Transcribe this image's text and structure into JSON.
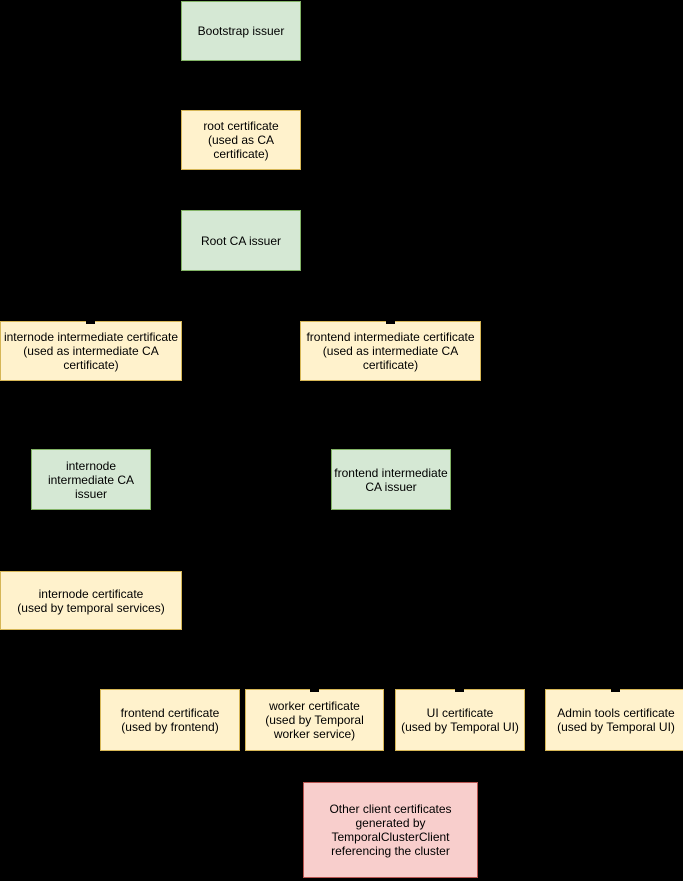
{
  "diagram": {
    "palette": {
      "background": "#000000",
      "issuer_fill": "#d5e8d4",
      "issuer_border": "#82b366",
      "certificate_fill": "#fff2cc",
      "certificate_border": "#d6b656",
      "client_fill": "#f8cecc",
      "client_border": "#b85450",
      "text": "#000000"
    },
    "nodes": {
      "bootstrap_issuer": {
        "label": "Bootstrap issuer",
        "kind": "issuer"
      },
      "root_certificate": {
        "label": "root certificate\n(used as CA\ncertificate)",
        "kind": "certificate"
      },
      "root_ca_issuer": {
        "label": "Root CA issuer",
        "kind": "issuer"
      },
      "internode_intermediate_certificate": {
        "label": "internode intermediate certificate\n(used as intermediate CA\ncertificate)",
        "kind": "certificate"
      },
      "frontend_intermediate_certificate": {
        "label": "frontend intermediate certificate\n(used as intermediate CA\ncertificate)",
        "kind": "certificate"
      },
      "internode_intermediate_ca_issuer": {
        "label": "internode\nintermediate CA\nissuer",
        "kind": "issuer"
      },
      "frontend_intermediate_ca_issuer": {
        "label": "frontend intermediate\nCA issuer",
        "kind": "issuer"
      },
      "internode_certificate": {
        "label": "internode certificate\n(used by temporal services)",
        "kind": "certificate"
      },
      "frontend_certificate": {
        "label": "frontend certificate\n(used by frontend)",
        "kind": "certificate"
      },
      "worker_certificate": {
        "label": "worker certificate\n(used by Temporal\nworker service)",
        "kind": "certificate"
      },
      "ui_certificate": {
        "label": "UI certificate\n(used by Temporal UI)",
        "kind": "certificate"
      },
      "admin_tools_certificate": {
        "label": "Admin tools certificate\n(used by Temporal UI)",
        "kind": "certificate"
      },
      "other_client_certificates": {
        "label": "Other client certificates\ngenerated by\nTemporalClusterClient\nreferencing the cluster",
        "kind": "client"
      }
    }
  }
}
